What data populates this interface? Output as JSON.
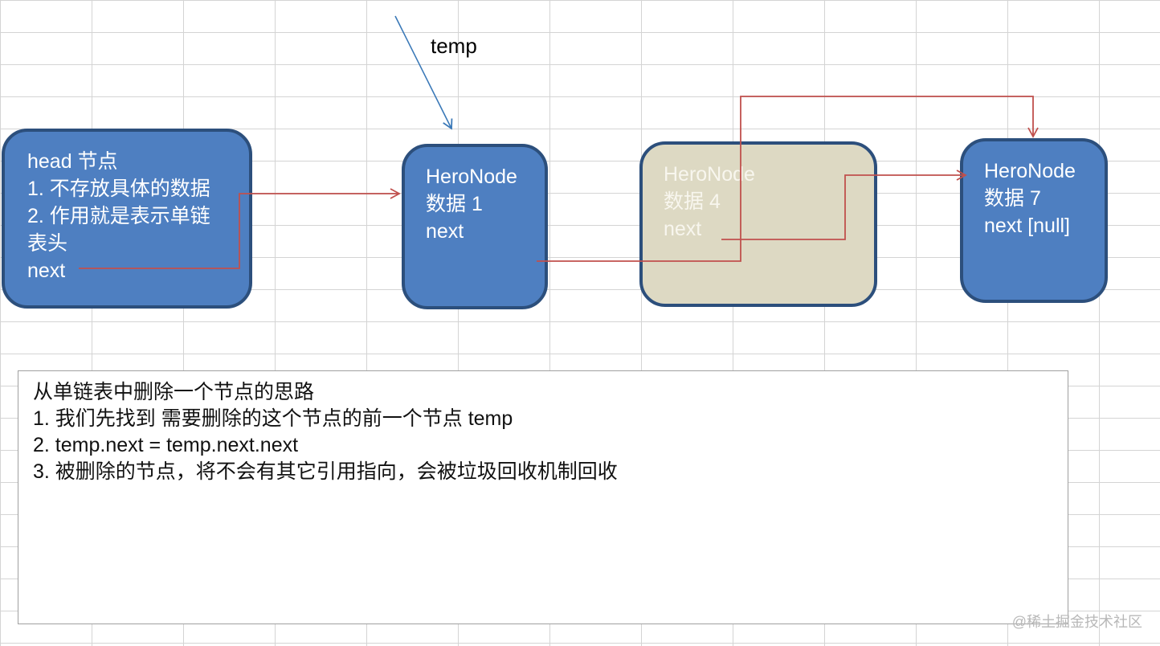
{
  "pointer_label": "temp",
  "colors": {
    "node_fill": "#4e7fc1",
    "node_border": "#2c4f7c",
    "deleted_node_fill": "#ddd9c3",
    "link_arrow": "#c0504d",
    "pointer_arrow": "#3b79b8"
  },
  "nodes": {
    "head": {
      "lines": [
        "head 节点",
        "1. 不存放具体的数据",
        "2. 作用就是表示单链",
        "表头",
        "next"
      ]
    },
    "node1": {
      "lines": [
        "HeroNode",
        "数据 1",
        "next"
      ]
    },
    "node4": {
      "lines": [
        "HeroNode",
        "数据 4",
        "next"
      ]
    },
    "node7": {
      "lines": [
        "HeroNode",
        "数据 7",
        "next [null]"
      ]
    }
  },
  "notes": {
    "title": "从单链表中删除一个节点的思路",
    "steps": [
      "1.  我们先找到 需要删除的这个节点的前一个节点 temp",
      "2.  temp.next = temp.next.next",
      "3. 被删除的节点，将不会有其它引用指向，会被垃圾回收机制回收"
    ]
  },
  "watermark": "@稀土掘金技术社区"
}
